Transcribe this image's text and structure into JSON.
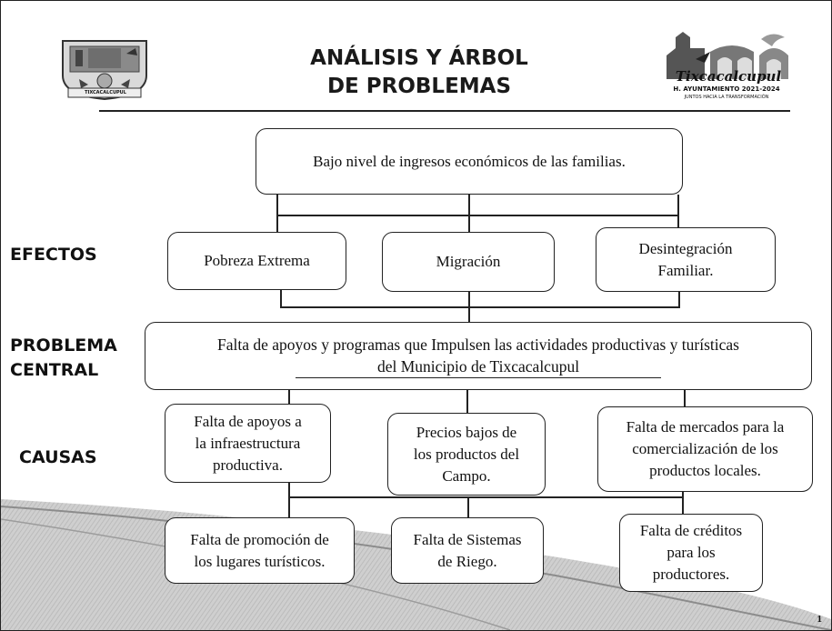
{
  "title": {
    "line1": "ANÁLISIS Y ÁRBOL",
    "line2": "DE PROBLEMAS"
  },
  "logo_right": {
    "script": "Tixcacalcupul",
    "line1": "H. AYUNTAMIENTO 2021-2024",
    "line2": "JUNTOS HACIA LA TRANSFORMACIÓN"
  },
  "logo_left": {
    "banner": "TIXCACALCUPUL"
  },
  "sections": {
    "efectos": "EFECTOS",
    "problema_line1": "PROBLEMA",
    "problema_line2": "CENTRAL",
    "causas": "CAUSAS"
  },
  "top_effect": "Bajo nivel de ingresos económicos de las familias.",
  "effects": [
    {
      "line1": "Pobreza Extrema"
    },
    {
      "line1": "Migración"
    },
    {
      "line1": "Desintegración",
      "line2": "Familiar."
    }
  ],
  "central_problem": {
    "line1": "Falta de apoyos y programas que  Impulsen las actividades productivas y turísticas",
    "line2": "del Municipio de  Tixcacalcupul"
  },
  "causes_row1": [
    {
      "line1": "Falta de apoyos a",
      "line2": "la infraestructura",
      "line3": "productiva."
    },
    {
      "line1": "Precios bajos de",
      "line2": "los productos del",
      "line3": "Campo."
    },
    {
      "line1": "Falta de mercados para la",
      "line2": "comercialización de los",
      "line3": "productos locales."
    }
  ],
  "causes_row2": [
    {
      "line1": "Falta de promoción de",
      "line2": "los lugares turísticos."
    },
    {
      "line1": "Falta de Sistemas",
      "line2": "de Riego."
    },
    {
      "line1": "Falta de créditos",
      "line2": "para los",
      "line3": "productores."
    }
  ],
  "page_number": "1",
  "colors": {
    "swoosh": "#c8c8c8",
    "swoosh_dark": "#9a9a9a",
    "text": "#111111"
  }
}
